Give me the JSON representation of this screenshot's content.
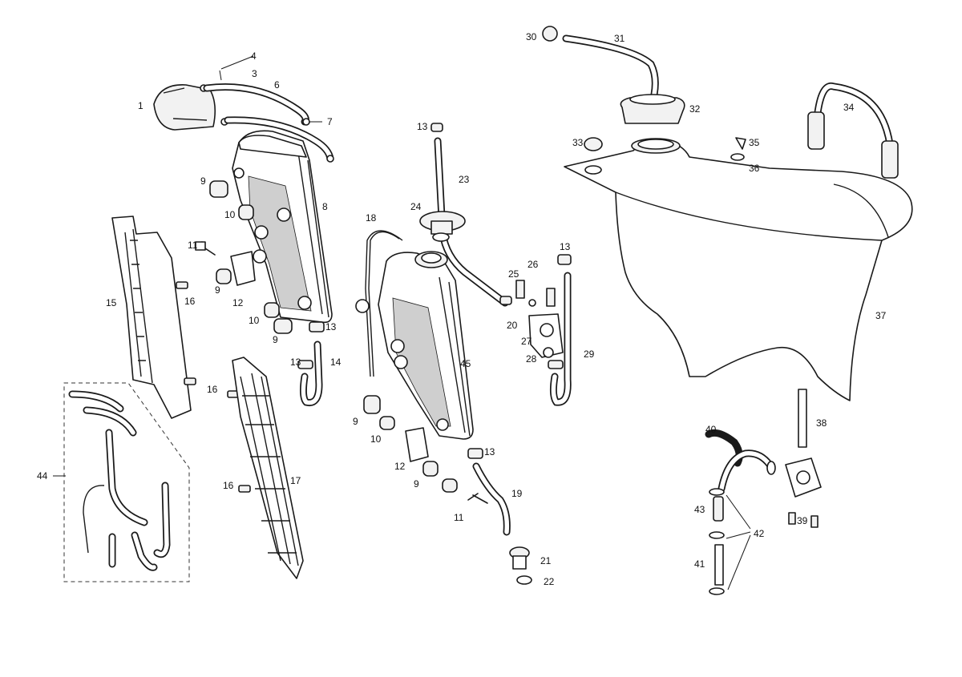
{
  "callouts": [
    "1",
    "3",
    "4",
    "6",
    "7",
    "8",
    "9",
    "10",
    "11",
    "12",
    "13",
    "14",
    "15",
    "16",
    "17",
    "18",
    "19",
    "20",
    "21",
    "22",
    "23",
    "24",
    "25",
    "26",
    "27",
    "28",
    "29",
    "30",
    "31",
    "32",
    "33",
    "34",
    "35",
    "36",
    "37",
    "38",
    "39",
    "40",
    "41",
    "42",
    "43",
    "44",
    "45"
  ]
}
